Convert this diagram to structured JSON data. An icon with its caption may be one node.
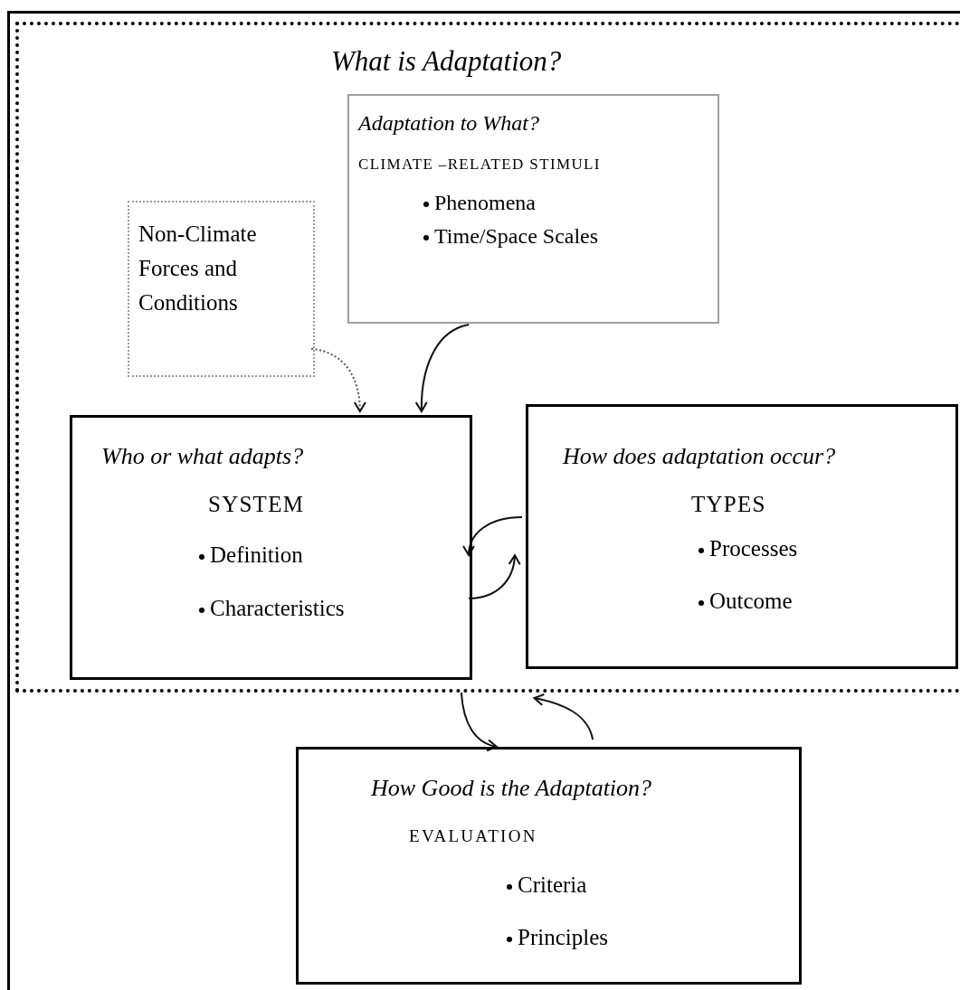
{
  "diagram": {
    "nodes": [
      {
        "text": [
          "What is Adaptation?"
        ]
      },
      {
        "text": [
          "Adaptation to What?",
          "CLIMATE –RELATED STIMULI",
          "Phenomena",
          "Time/Space Scales"
        ],
        "in": 0
      },
      {
        "text": [
          "Non-Climate Forces and Conditions"
        ],
        "in": 0
      },
      {
        "text": [
          "Who or what adapts?",
          "SYSTEM",
          "Definition",
          "Characteristics"
        ],
        "in": 0
      },
      {
        "text": [
          "How does adaptation occur?",
          "TYPES",
          "Processes",
          "Outcome"
        ],
        "in": 0
      },
      {
        "text": [
          "How Good is the Adaptation?",
          "EVALUATION",
          "Criteria",
          "Principles"
        ]
      }
    ],
    "edges": [
      {
        "from": 2,
        "to": 3,
        "arrow": "to",
        "style": "dashed"
      },
      {
        "from": 1,
        "to": 3,
        "arrow": "to"
      },
      {
        "from": 4,
        "to": 3,
        "arrow": "to"
      },
      {
        "from": 3,
        "to": 4,
        "arrow": "to"
      },
      {
        "from": 0,
        "to": 5,
        "arrow": "to"
      },
      {
        "from": 5,
        "to": 0,
        "arrow": "to"
      }
    ]
  }
}
